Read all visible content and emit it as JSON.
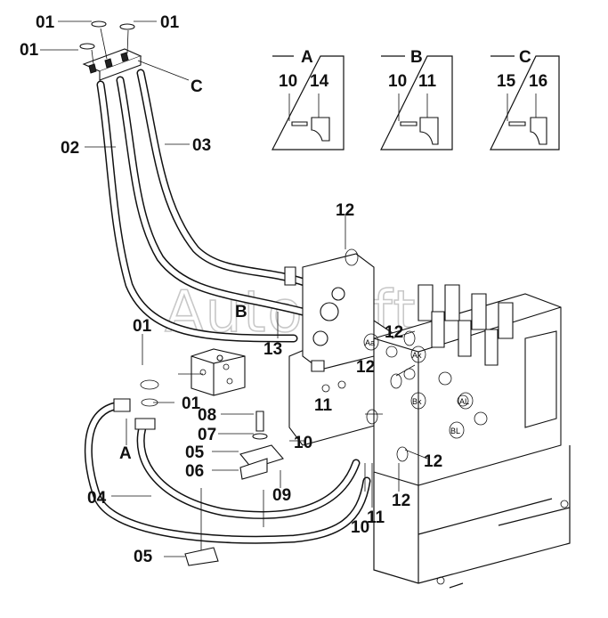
{
  "watermark": "Autosoft",
  "callouts": {
    "c01a": "01",
    "c01b": "01",
    "c01c": "01",
    "c01d": "01",
    "c01e": "01",
    "c02": "02",
    "c03": "03",
    "c04": "04",
    "c05a": "05",
    "c05b": "05",
    "c06": "06",
    "c07": "07",
    "c08": "08",
    "c09": "09",
    "c10a": "10",
    "c10b": "10",
    "c11a": "11",
    "c11b": "11",
    "c12a": "12",
    "c12b": "12",
    "c12c": "12",
    "c12d": "12",
    "c12e": "12",
    "c13": "13",
    "cA": "A",
    "cB": "B",
    "cC": "C"
  },
  "ports": {
    "aa": "Aa",
    "ak": "Ak",
    "bk": "Bk",
    "al": "AL",
    "bl": "BL"
  },
  "details": [
    {
      "title": "A",
      "left": "10",
      "right": "14"
    },
    {
      "title": "B",
      "left": "10",
      "right": "11"
    },
    {
      "title": "C",
      "left": "15",
      "right": "16"
    }
  ]
}
